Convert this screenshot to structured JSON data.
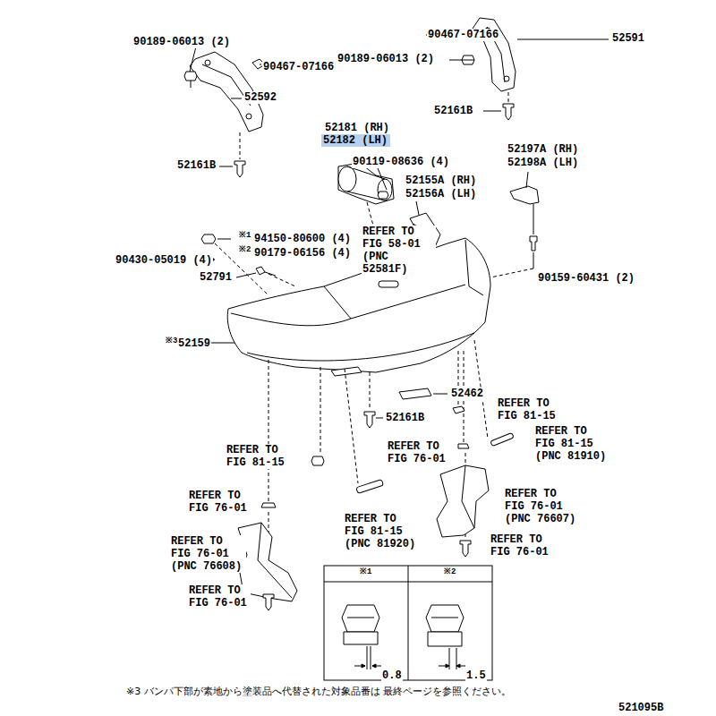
{
  "diagram": {
    "nodes": [
      {
        "text": [
          "52182 (LH)"
        ]
      }
    ],
    "labels": [
      "90189-06013 (2)",
      "90467-07166",
      "52591",
      "90189-06013 (2)",
      "90467-07166",
      "52592",
      "52161B",
      "52181 (RH)",
      "52197A (RH)",
      "52198A (LH)",
      "52161B",
      "90119-08636 (4)",
      "52155A (RH)",
      "52156A (LH)",
      "※1",
      "94150-80600 (4)",
      "※2",
      "90179-06156 (4)",
      "90430-05019 (4)",
      "REFER TO FIG 58-01 (PNC 52581F)",
      "52791",
      "90159-60431 (2)",
      "※3",
      "52159",
      "52462",
      "52161B",
      "REFER TO FIG 81-15",
      "REFER TO FIG 81-15 (PNC 81910)",
      "REFER TO FIG 76-01",
      "REFER TO FIG 81-15",
      "REFER TO FIG 76-01",
      "REFER TO FIG 76-01 (PNC 76607)",
      "REFER TO FIG 81-15 (PNC 81920)",
      "REFER TO FIG 76-01 (PNC 76608)",
      "REFER TO FIG 76-01",
      "REFER TO FIG 76-01",
      "※1",
      "※2",
      "0.8",
      "1.5",
      "※3 バンパ下部が素地から塗装品へ代替された対象品番は 最終ページを参照ください。",
      "521095B"
    ]
  }
}
